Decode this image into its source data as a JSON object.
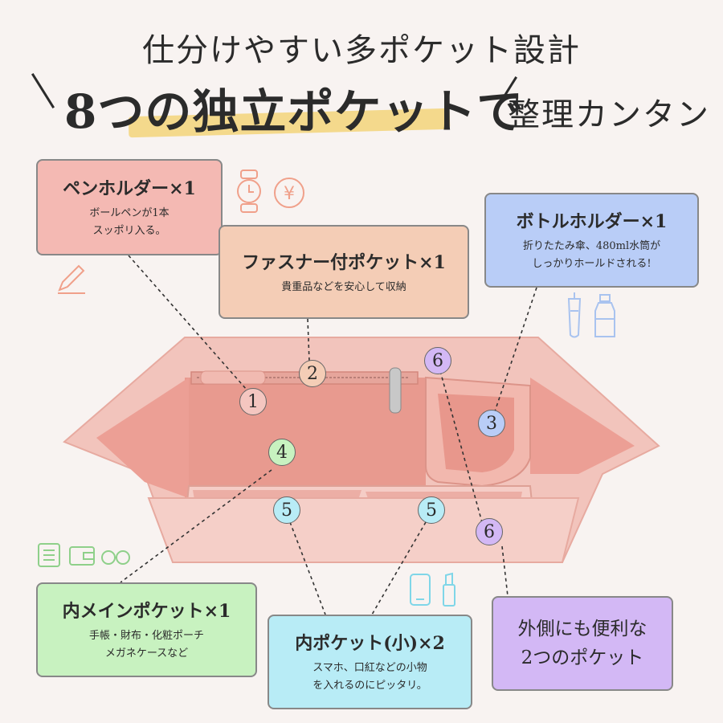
{
  "header": {
    "line1": "仕分けやすい多ポケット設計",
    "line2": "8つの独立ポケットで",
    "line3": "整理カンタン"
  },
  "callouts": {
    "pen": {
      "title": "ペンホルダー×1",
      "desc1": "ボールペンが1本",
      "desc2": "スッポリ入る。",
      "color": "#f4b9b3"
    },
    "zip": {
      "title": "ファスナー付ポケット×1",
      "desc1": "貴重品などを安心して収納",
      "color": "#f4cdb6"
    },
    "bottle": {
      "title": "ボトルホルダー×1",
      "desc1": "折りたたみ傘、480ml水筒が",
      "desc2": "しっかりホールドされる!",
      "color": "#b9cdf7"
    },
    "main": {
      "title": "内メインポケット×1",
      "desc1": "手帳・財布・化粧ポーチ",
      "desc2": "メガネケースなど",
      "color": "#c8f2c0"
    },
    "small": {
      "title": "内ポケット(小)×2",
      "desc1": "スマホ、口紅などの小物",
      "desc2": "を入れるのにピッタリ。",
      "color": "#b8ecf6"
    },
    "outer": {
      "title": "外側にも便利な",
      "title2": "2つのポケット",
      "color": "#d3b8f5"
    }
  },
  "markers": [
    "1",
    "2",
    "3",
    "4",
    "5",
    "5",
    "6",
    "6"
  ],
  "colors": {
    "marker_pink": "#f4c6c0",
    "marker_peach": "#f4cdb6",
    "marker_blue": "#b9cdf7",
    "marker_green": "#c8f2c0",
    "marker_cyan": "#b8ecf6",
    "marker_purple": "#d3b8f5"
  },
  "icons": [
    "watch-icon",
    "yen-coin-icon",
    "pen-icon",
    "umbrella-icon",
    "bottle-icon",
    "notebook-icon",
    "wallet-icon",
    "glasses-icon",
    "phone-icon",
    "lipstick-icon"
  ]
}
